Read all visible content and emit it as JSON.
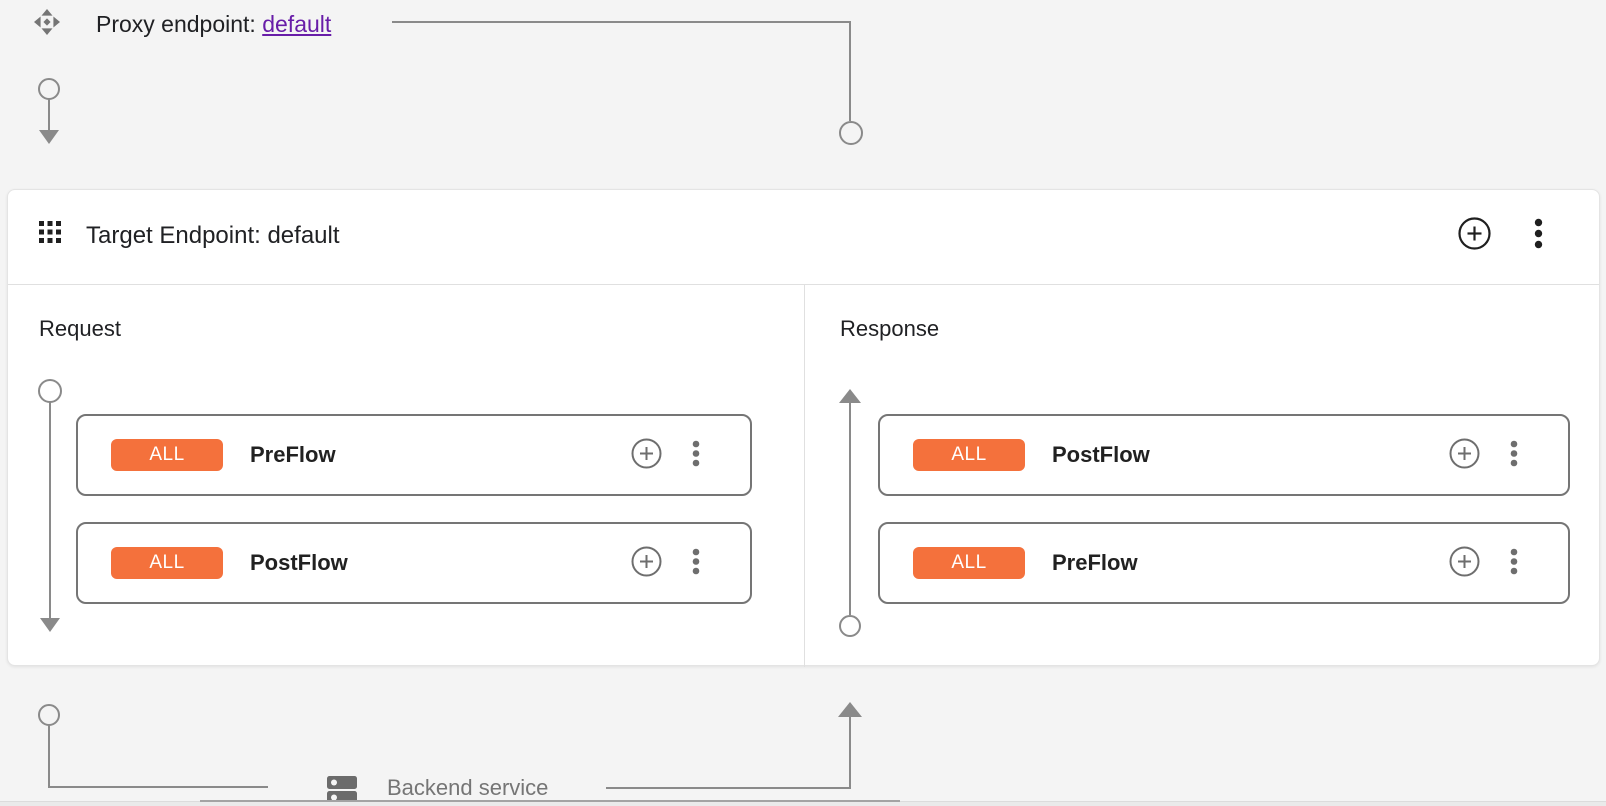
{
  "proxy_endpoint": {
    "label": "Proxy endpoint:",
    "link_text": "default"
  },
  "target_endpoint": {
    "title": "Target Endpoint: default"
  },
  "request_column": {
    "label": "Request",
    "flows": [
      {
        "badge": "ALL",
        "name": "PreFlow"
      },
      {
        "badge": "ALL",
        "name": "PostFlow"
      }
    ]
  },
  "response_column": {
    "label": "Response",
    "flows": [
      {
        "badge": "ALL",
        "name": "PostFlow"
      },
      {
        "badge": "ALL",
        "name": "PreFlow"
      }
    ]
  },
  "backend": {
    "label": "Backend service"
  },
  "colors": {
    "badge_bg": "#f4713c",
    "link_purple": "#681da8",
    "connector_gray": "#8a8a8a",
    "box_border_gray": "#757575",
    "text_dark": "#202124",
    "muted_gray": "#757575",
    "card_bg": "#ffffff",
    "page_bg": "#f4f4f4"
  }
}
